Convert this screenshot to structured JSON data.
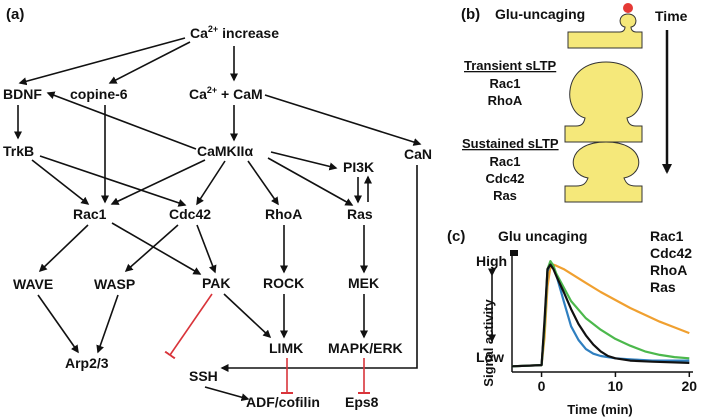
{
  "panel_a": {
    "label": "(a)",
    "nodes": {
      "ca_increase": "increase",
      "ca_symbol": "Ca",
      "ca_sup": "2+",
      "bdnf": "BDNF",
      "copine6": "copine-6",
      "cacam_ca": "Ca",
      "cacam_sup": "2+",
      "cacam_rest": " + CaM",
      "trkb": "TrkB",
      "camkii": "CaMKIIα",
      "can": "CaN",
      "pi3k": "PI3K",
      "rac1": "Rac1",
      "cdc42": "Cdc42",
      "rhoa": "RhoA",
      "ras": "Ras",
      "pak": "PAK",
      "rock": "ROCK",
      "mek": "MEK",
      "wave": "WAVE",
      "wasp": "WASP",
      "limk": "LIMK",
      "mapk": "MAPK/ERK",
      "arp": "Arp2/3",
      "ssh": "SSH",
      "adf": "ADF/cofilin",
      "eps8": "Eps8"
    }
  },
  "panel_b": {
    "label": "(b)",
    "uncaging": "Glu-uncaging",
    "time_label": "Time",
    "transient_title": "Transient sLTP",
    "transient_items": [
      "Rac1",
      "RhoA"
    ],
    "sustained_title": "Sustained sLTP",
    "sustained_items": [
      "Rac1",
      "Cdc42",
      "Ras"
    ],
    "spine_color": "#f5e87a",
    "dot_color": "#e53935"
  },
  "panel_c": {
    "label": "(c)",
    "chart_data": {
      "type": "line",
      "annotation": "Glu uncaging",
      "xlabel": "Time (min)",
      "ylabel": "Signal activity",
      "y_tick_labels": [
        "High",
        "Low"
      ],
      "x_ticks": [
        0,
        10,
        20
      ],
      "xlim": [
        -4,
        20.5
      ],
      "ylim": [
        0,
        1.05
      ],
      "series": [
        {
          "name": "Rac1",
          "color": "#f0a030",
          "x": [
            -4,
            0,
            0.4,
            0.8,
            1.2,
            1.6,
            2,
            3,
            4,
            6,
            8,
            10,
            12,
            14,
            16,
            18,
            20
          ],
          "y": [
            0.05,
            0.06,
            0.3,
            0.75,
            0.92,
            0.94,
            0.93,
            0.9,
            0.86,
            0.78,
            0.7,
            0.63,
            0.56,
            0.5,
            0.44,
            0.39,
            0.34
          ]
        },
        {
          "name": "Cdc42",
          "color": "#2f7fc0",
          "x": [
            -4,
            0,
            0.4,
            0.8,
            1.2,
            1.6,
            2,
            3,
            4,
            5,
            6,
            7,
            8,
            10,
            12,
            15,
            20
          ],
          "y": [
            0.05,
            0.06,
            0.4,
            0.88,
            0.95,
            0.92,
            0.85,
            0.62,
            0.4,
            0.28,
            0.2,
            0.16,
            0.14,
            0.12,
            0.11,
            0.1,
            0.1
          ]
        },
        {
          "name": "RhoA",
          "color": "#4cb84c",
          "x": [
            -4,
            0,
            0.4,
            0.8,
            1.2,
            1.6,
            2,
            3,
            4,
            6,
            8,
            10,
            12,
            14,
            16,
            18,
            20
          ],
          "y": [
            0.05,
            0.06,
            0.4,
            0.9,
            0.97,
            0.93,
            0.86,
            0.74,
            0.62,
            0.47,
            0.37,
            0.29,
            0.23,
            0.18,
            0.15,
            0.13,
            0.12
          ]
        },
        {
          "name": "Ras",
          "color": "#111111",
          "x": [
            -4,
            0,
            0.4,
            0.8,
            1.2,
            1.6,
            2,
            3,
            4,
            5,
            6,
            7,
            8,
            9,
            10,
            12,
            15,
            20
          ],
          "y": [
            0.05,
            0.06,
            0.45,
            0.9,
            0.94,
            0.9,
            0.84,
            0.7,
            0.55,
            0.42,
            0.32,
            0.24,
            0.18,
            0.14,
            0.12,
            0.1,
            0.09,
            0.08
          ]
        }
      ]
    }
  }
}
